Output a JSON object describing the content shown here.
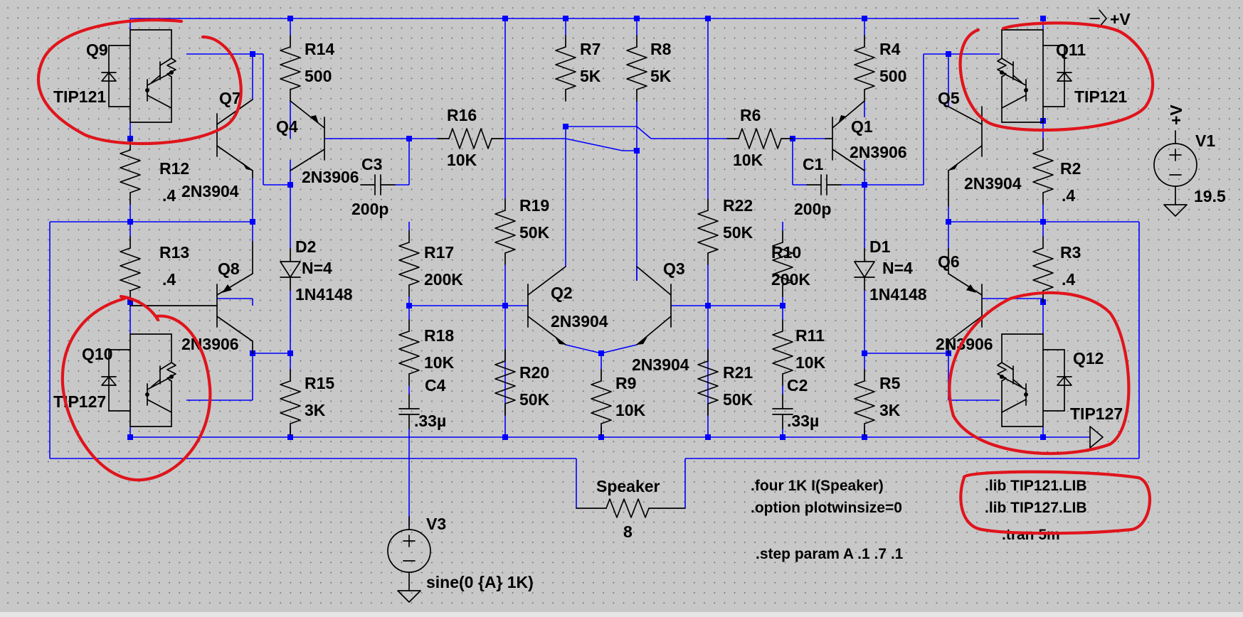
{
  "rail": {
    "label": "+V"
  },
  "components": [
    {
      "id": "Q9",
      "ref": "Q9",
      "value": "TIP121"
    },
    {
      "id": "Q10",
      "ref": "Q10",
      "value": "TIP127"
    },
    {
      "id": "Q11",
      "ref": "Q11",
      "value": "TIP121"
    },
    {
      "id": "Q12",
      "ref": "Q12",
      "value": "TIP127"
    },
    {
      "id": "Q7",
      "ref": "Q7",
      "value": "2N3904"
    },
    {
      "id": "Q8",
      "ref": "Q8",
      "value": "2N3906"
    },
    {
      "id": "Q4",
      "ref": "Q4",
      "value": "2N3906"
    },
    {
      "id": "Q1",
      "ref": "Q1",
      "value": "2N3906"
    },
    {
      "id": "Q5",
      "ref": "Q5",
      "value": "2N3904"
    },
    {
      "id": "Q6",
      "ref": "Q6",
      "value": "2N3906"
    },
    {
      "id": "Q2",
      "ref": "Q2",
      "value": "2N3904"
    },
    {
      "id": "Q3",
      "ref": "Q3",
      "value": "2N3904"
    },
    {
      "id": "R14",
      "ref": "R14",
      "value": "500"
    },
    {
      "id": "R4",
      "ref": "R4",
      "value": "500"
    },
    {
      "id": "R7",
      "ref": "R7",
      "value": "5K"
    },
    {
      "id": "R8",
      "ref": "R8",
      "value": "5K"
    },
    {
      "id": "R16",
      "ref": "R16",
      "value": "10K"
    },
    {
      "id": "R6",
      "ref": "R6",
      "value": "10K"
    },
    {
      "id": "R12",
      "ref": "R12",
      "value": ".4"
    },
    {
      "id": "R13",
      "ref": "R13",
      "value": ".4"
    },
    {
      "id": "R2",
      "ref": "R2",
      "value": ".4"
    },
    {
      "id": "R3",
      "ref": "R3",
      "value": ".4"
    },
    {
      "id": "R19",
      "ref": "R19",
      "value": "50K"
    },
    {
      "id": "R22",
      "ref": "R22",
      "value": "50K"
    },
    {
      "id": "R20",
      "ref": "R20",
      "value": "50K"
    },
    {
      "id": "R21",
      "ref": "R21",
      "value": "50K"
    },
    {
      "id": "R17",
      "ref": "R17",
      "value": "200K"
    },
    {
      "id": "R10",
      "ref": "R10",
      "value": "200K"
    },
    {
      "id": "R18",
      "ref": "R18",
      "value": "10K"
    },
    {
      "id": "R11",
      "ref": "R11",
      "value": "10K"
    },
    {
      "id": "R9",
      "ref": "R9",
      "value": "10K"
    },
    {
      "id": "R15",
      "ref": "R15",
      "value": "3K"
    },
    {
      "id": "R5",
      "ref": "R5",
      "value": "3K"
    },
    {
      "id": "C3",
      "ref": "C3",
      "value": "200p"
    },
    {
      "id": "C1",
      "ref": "C1",
      "value": "200p"
    },
    {
      "id": "C4",
      "ref": "C4",
      "value": ".33µ"
    },
    {
      "id": "C2",
      "ref": "C2",
      "value": ".33µ"
    },
    {
      "id": "D2",
      "ref": "D2",
      "value": "1N4148",
      "param": "N=4"
    },
    {
      "id": "D1",
      "ref": "D1",
      "value": "1N4148",
      "param": "N=4"
    },
    {
      "id": "Speaker",
      "ref": "Speaker",
      "value": "8"
    },
    {
      "id": "V1",
      "ref": "V1",
      "value": "19.5",
      "net": "+V"
    },
    {
      "id": "V3",
      "ref": "V3",
      "value": "sine(0 {A} 1K)"
    }
  ],
  "directives": [
    ".four 1K I(Speaker)",
    ".option plotwinsize=0",
    ".step param A .1 .7 .1",
    ".lib TIP121.LIB",
    ".lib TIP127.LIB",
    ".tran 5m"
  ],
  "colors": {
    "background": "#c8c8c8",
    "grid_dot": "#6f6f6f",
    "wire": "#0000ff",
    "component": "#000000",
    "annotation": "#e0141c"
  }
}
